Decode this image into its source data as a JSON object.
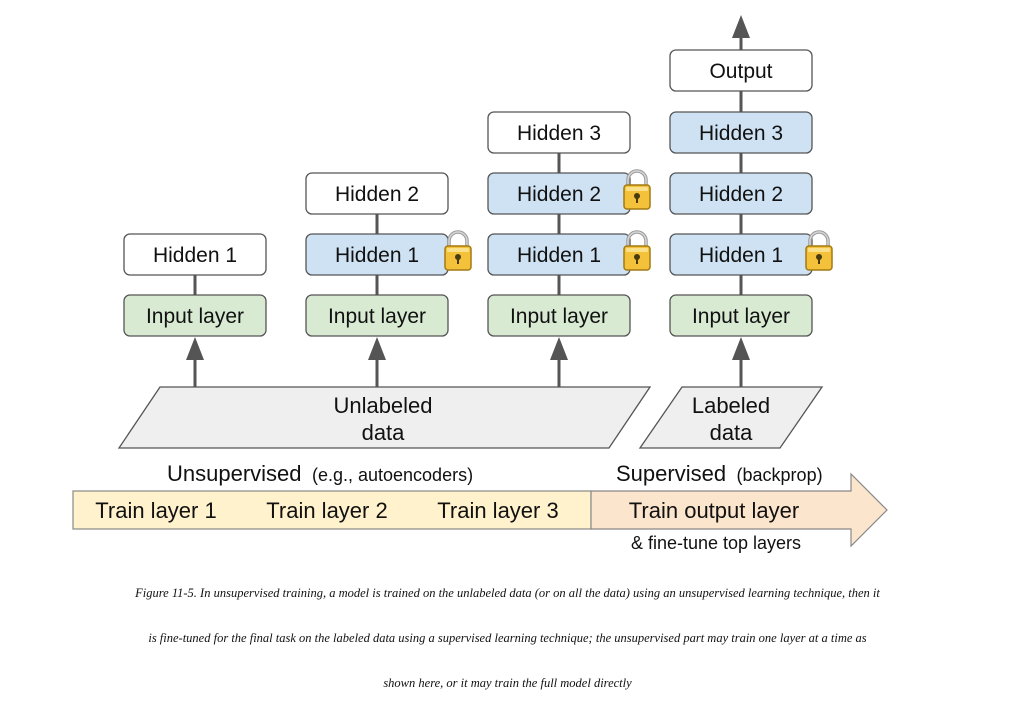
{
  "diagram": {
    "stage1": {
      "hidden1": "Hidden 1",
      "input": "Input layer"
    },
    "stage2": {
      "hidden2": "Hidden 2",
      "hidden1": "Hidden 1",
      "input": "Input layer"
    },
    "stage3": {
      "hidden3": "Hidden 3",
      "hidden2": "Hidden 2",
      "hidden1": "Hidden 1",
      "input": "Input layer"
    },
    "stage4": {
      "output": "Output",
      "hidden3": "Hidden 3",
      "hidden2": "Hidden 2",
      "hidden1": "Hidden 1",
      "input": "Input layer"
    },
    "unlabeled_data": {
      "line1": "Unlabeled",
      "line2": "data"
    },
    "labeled_data": {
      "line1": "Labeled",
      "line2": "data"
    },
    "unsupervised_heading": {
      "main": "Unsupervised",
      "note": "(e.g., autoencoders)"
    },
    "supervised_heading": {
      "main": "Supervised",
      "note": "(backprop)"
    },
    "train_steps": [
      "Train layer 1",
      "Train layer 2",
      "Train layer 3",
      "Train output layer"
    ],
    "fine_tune_note": "& fine-tune top layers",
    "icons": {
      "lock": "padlock-icon"
    },
    "colors": {
      "input_fill": "#d9ead3",
      "hidden_trained_fill": "#cfe2f3",
      "white_fill": "#ffffff",
      "data_fill": "#efefef",
      "unsupervised_arrow_fill": "#fff2cc",
      "supervised_arrow_fill": "#fce5cd",
      "arrow_color": "#555555"
    }
  },
  "caption": {
    "line1": "Figure 11-5. In unsupervised training, a model is trained on the unlabeled data (or on all the data) using an unsupervised learning technique, then it",
    "line2": "is fine-tuned for the final task on the labeled data using a supervised learning technique; the unsupervised part may train one layer at a time as",
    "line3": "shown here, or it may train the full model directly"
  }
}
